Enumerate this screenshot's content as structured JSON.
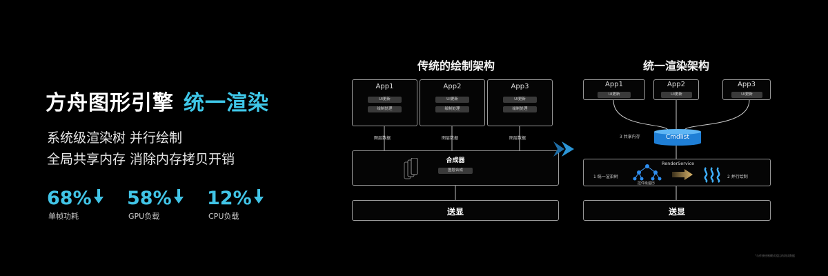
{
  "headline": {
    "main": "方舟图形引擎",
    "accent": "统一渲染"
  },
  "features": [
    "系统级渲染树 并行绘制",
    "全局共享内存 消除内存拷贝开销"
  ],
  "stats": [
    {
      "value": "68%",
      "label": "单帧功耗"
    },
    {
      "value": "58%",
      "label": "GPU负载"
    },
    {
      "value": "12%",
      "label": "CPU负载"
    }
  ],
  "left_diagram": {
    "title": "传统的绘制架构",
    "apps": [
      {
        "name": "App1",
        "steps": [
          "UI更新",
          "绘制处理"
        ]
      },
      {
        "name": "App2",
        "steps": [
          "UI更新",
          "绘制处理"
        ]
      },
      {
        "name": "App3",
        "steps": [
          "UI更新",
          "绘制处理"
        ]
      }
    ],
    "data_label": "图层数据",
    "compositor": {
      "title": "合成器",
      "step": "图层合成"
    },
    "display": "送显"
  },
  "right_diagram": {
    "title": "统一渲染架构",
    "apps": [
      {
        "name": "App1",
        "step": "UI更新"
      },
      {
        "name": "App2",
        "step": "UI更新"
      },
      {
        "name": "App3",
        "step": "UI更新"
      }
    ],
    "shared_memory": "3 共享内存",
    "cmdlist": "Cmdlist",
    "render_service": {
      "title": "RenderService",
      "step1": "1 统一渲染树",
      "tree_label": "控件级遍历",
      "step2": "2 并行绘制"
    },
    "display": "送显"
  },
  "footnote": "*与传统绘制模式相比的测试数据",
  "colors": {
    "accent": "#3fc7e8",
    "background": "#000000",
    "box_border": "#9a9a9a"
  }
}
